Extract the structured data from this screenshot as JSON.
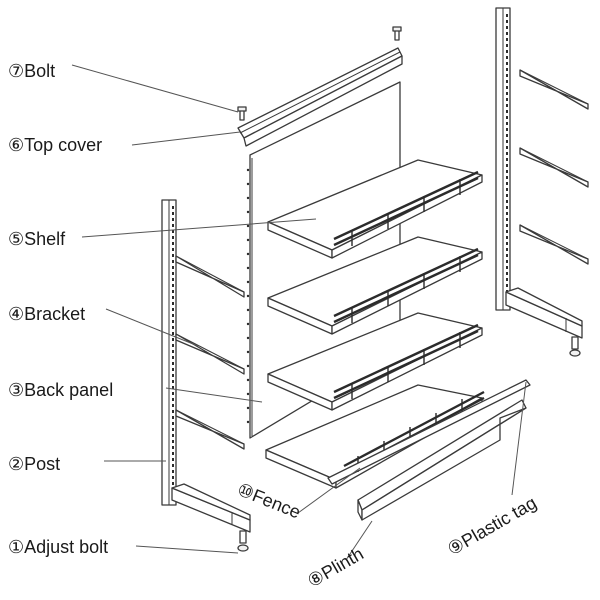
{
  "labels": {
    "bolt": "⑦Bolt",
    "top_cover": "⑥Top cover",
    "shelf": "⑤Shelf",
    "bracket": "④Bracket",
    "back_panel": "③Back panel",
    "post": "②Post",
    "adjust_bolt": "①Adjust bolt",
    "fence": "⑩Fence",
    "plinth": "⑧Plinth",
    "plastic_tag": "⑨Plastic tag"
  },
  "colors": {
    "line": "#3a3a3a",
    "text": "#1a1a1a",
    "background": "#ffffff"
  }
}
